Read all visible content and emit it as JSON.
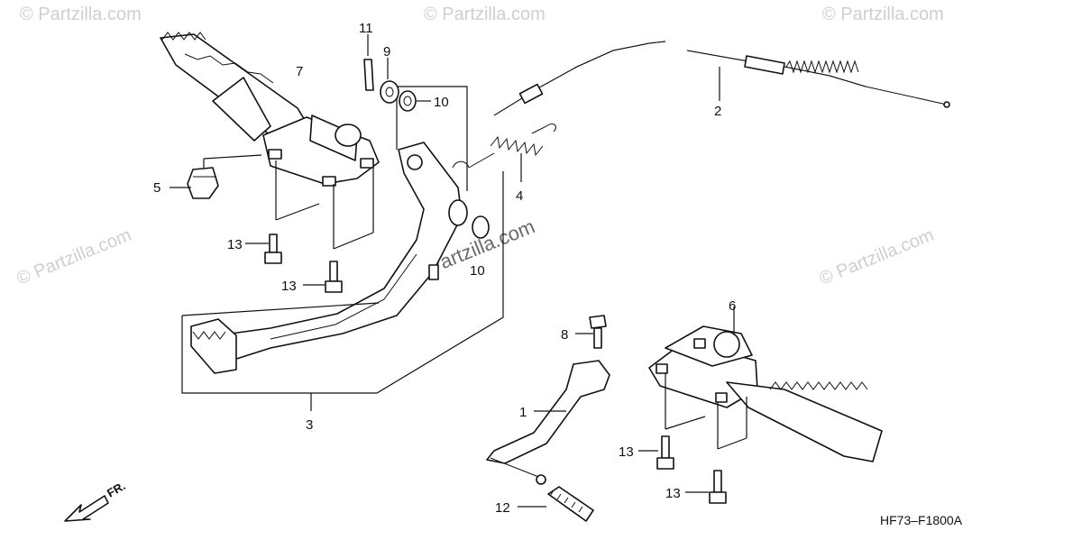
{
  "watermark": {
    "text": "© Partzilla.com",
    "center_text": "Partzilla.com"
  },
  "diagram_code": "HF73–F1800A",
  "front_marker": "FR.",
  "callouts": {
    "c1": "1",
    "c2": "2",
    "c3": "3",
    "c4": "4",
    "c5": "5",
    "c6": "6",
    "c7": "7",
    "c8": "8",
    "c9": "9",
    "c10a": "10",
    "c10b": "10",
    "c11": "11",
    "c12": "12",
    "c13a": "13",
    "c13b": "13",
    "c13c": "13",
    "c13d": "13"
  },
  "colors": {
    "ink": "#111111",
    "watermark": "#cfcfcf",
    "background": "#ffffff"
  }
}
